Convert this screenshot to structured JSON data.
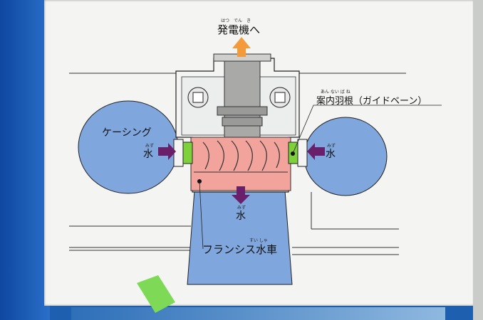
{
  "labels": {
    "generator": "発電機へ",
    "generator_ruby": "はつ　でん　き",
    "guide_vane": "案内羽根（ガイドベーン）",
    "guide_vane_ruby": "あん ない ば ね",
    "casing": "ケーシング",
    "water_left": "水",
    "water_right": "水",
    "water_bottom": "水",
    "water_ruby": "みず",
    "runner": "フランシス水車",
    "runner_ruby": "すい しゃ"
  },
  "colors": {
    "casing_fill": "#7fa6dd",
    "runner_fill": "#f2a39c",
    "guide_vane_fill": "#7fd13b",
    "arrow_up": "#f39a3c",
    "arrow_water": "#6a1f6a",
    "machine_gray": "#a9aaa8",
    "sticky_note": "#7ed957"
  },
  "icons": {
    "up_arrow": "orange-up-arrow-icon",
    "water_arrow": "purple-arrow-icon"
  }
}
